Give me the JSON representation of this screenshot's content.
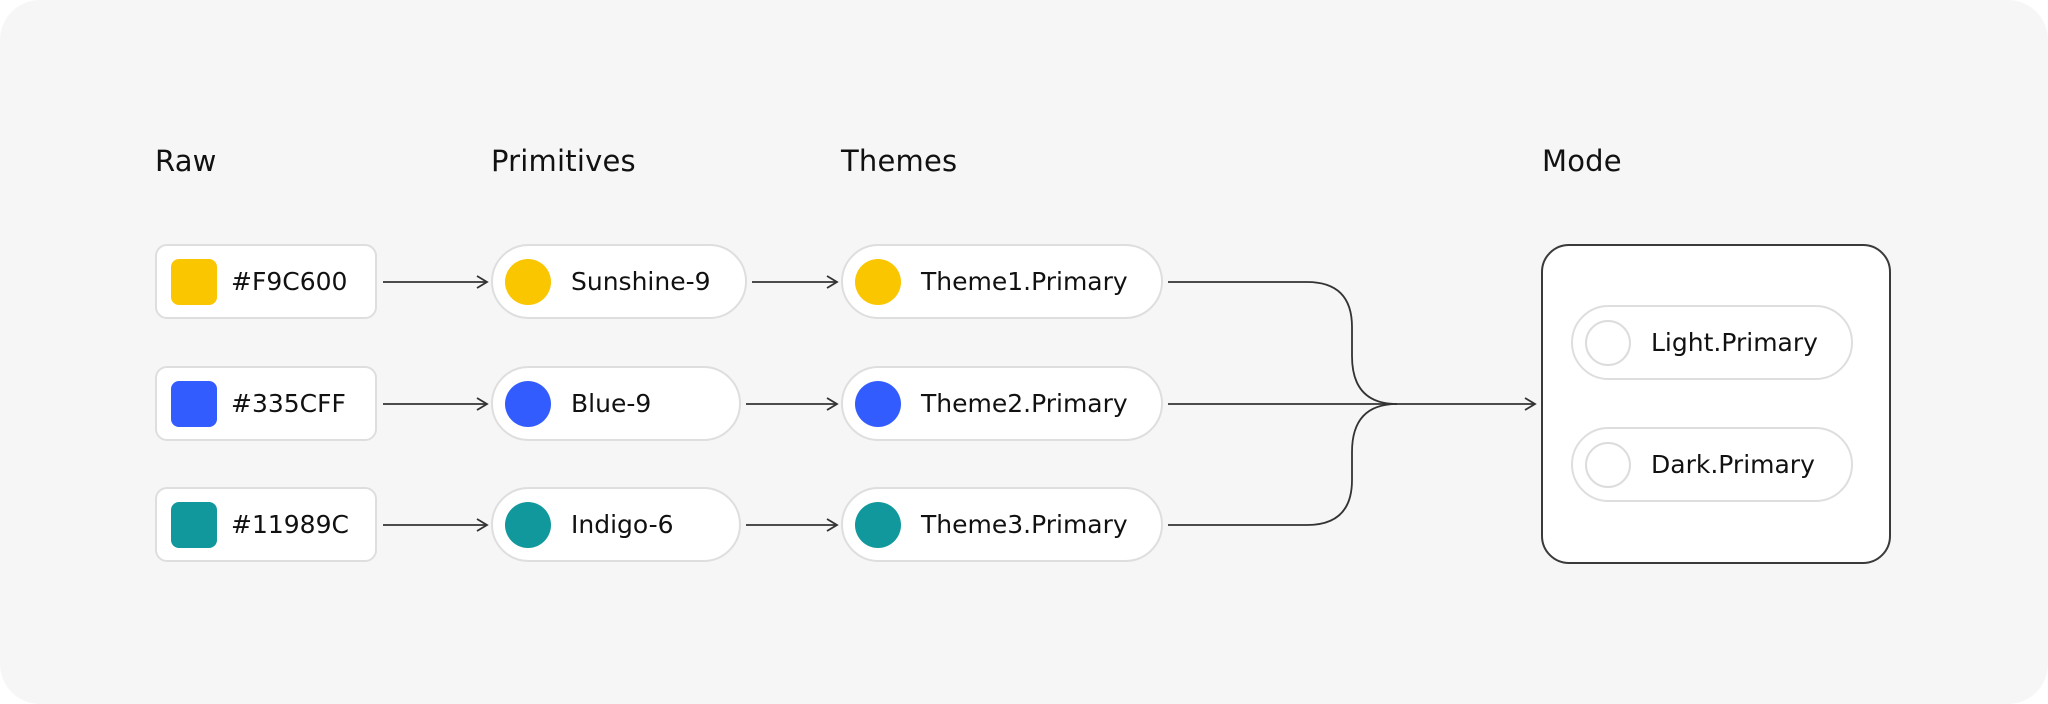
{
  "columns": {
    "raw": "Raw",
    "primitives": "Primitives",
    "themes": "Themes",
    "mode": "Mode"
  },
  "raw": [
    {
      "label": "#F9C600",
      "color": "#F9C600"
    },
    {
      "label": "#335CFF",
      "color": "#335CFF"
    },
    {
      "label": "#11989C",
      "color": "#11989C"
    }
  ],
  "primitives": [
    {
      "label": "Sunshine-9",
      "color": "#F9C600"
    },
    {
      "label": "Blue-9",
      "color": "#335CFF"
    },
    {
      "label": "Indigo-6",
      "color": "#11989C"
    }
  ],
  "themes": [
    {
      "label": "Theme1.Primary",
      "color": "#F9C600"
    },
    {
      "label": "Theme2.Primary",
      "color": "#335CFF"
    },
    {
      "label": "Theme3.Primary",
      "color": "#11989C"
    }
  ],
  "modes": [
    {
      "label": "Light.Primary"
    },
    {
      "label": "Dark.Primary"
    }
  ]
}
